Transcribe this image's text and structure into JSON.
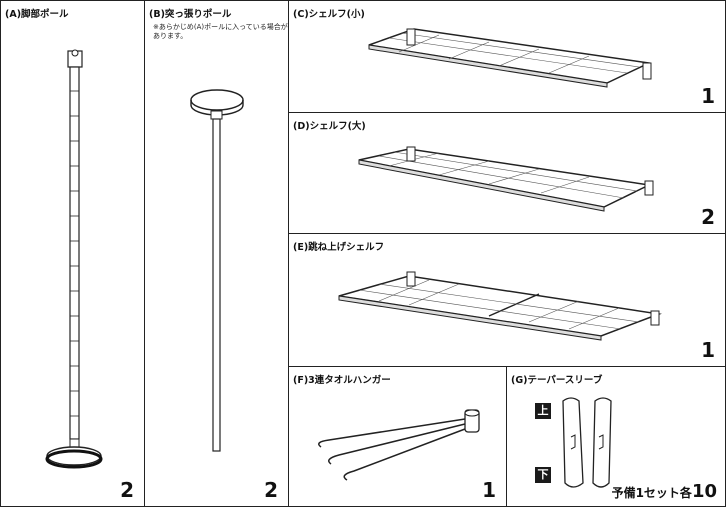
{
  "panels": {
    "a": {
      "label": "(A)脚部ポール",
      "qty": "2"
    },
    "b": {
      "label": "(B)突っ張りポール",
      "note": "※あらかじめ(A)ポールに入っている場合があります。",
      "qty": "2"
    },
    "c": {
      "label": "(C)シェルフ(小)",
      "qty": "1"
    },
    "d": {
      "label": "(D)シェルフ(大)",
      "qty": "2"
    },
    "e": {
      "label": "(E)跳ね上げシェルフ",
      "qty": "1"
    },
    "f": {
      "label": "(F)3連タオルハンガー",
      "qty": "1"
    },
    "g": {
      "label": "(G)テーパースリーブ",
      "top_mark": "上",
      "bottom_mark": "下",
      "spare_text": "予備1セット各",
      "spare_qty": "10"
    }
  }
}
